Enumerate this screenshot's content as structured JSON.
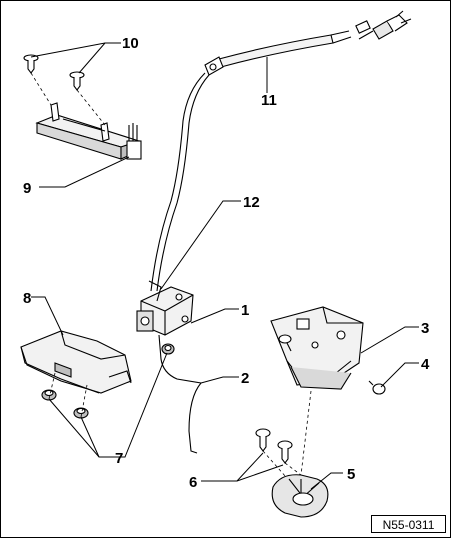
{
  "figure": {
    "reference": "N55-0311",
    "callouts": {
      "c1": "1",
      "c2": "2",
      "c3": "3",
      "c4": "4",
      "c5": "5",
      "c6": "6",
      "c7": "7",
      "c8": "8",
      "c9": "9",
      "c10": "10",
      "c11": "11",
      "c12": "12"
    }
  },
  "colors": {
    "line": "#000000",
    "background": "#ffffff",
    "part_fill": "#f2f2f2",
    "part_shade": "#bfbfbf"
  }
}
